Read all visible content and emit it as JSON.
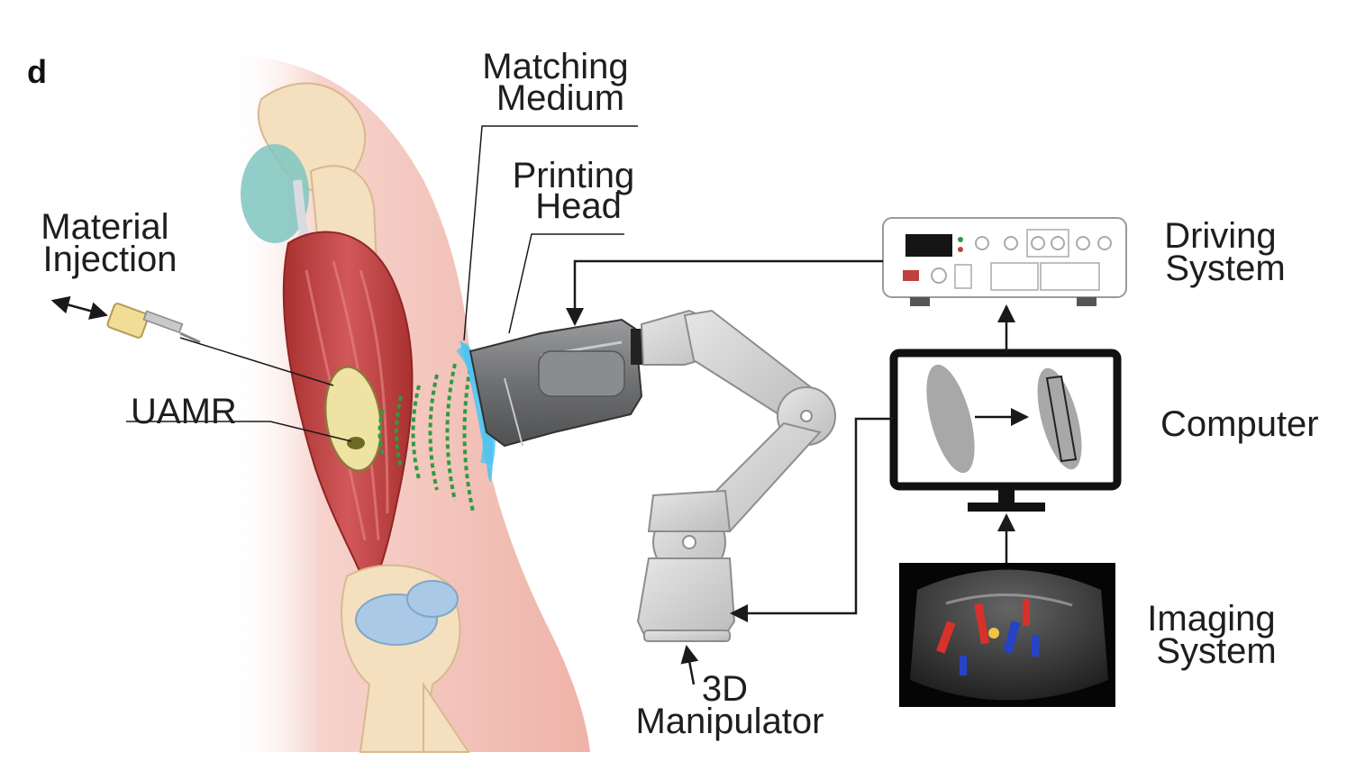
{
  "panel_label": "d",
  "labels": {
    "matching_medium": [
      "Matching",
      "Medium"
    ],
    "printing_head": [
      "Printing",
      "Head"
    ],
    "material_injection": [
      "Material",
      "Injection"
    ],
    "uamr": "UAMR",
    "driving_system": [
      "Driving",
      "System"
    ],
    "computer": "Computer",
    "imaging_system": [
      "Imaging",
      "System"
    ],
    "manipulator": [
      "3D",
      "Manipulator"
    ]
  },
  "colors": {
    "skin": "#f2bfb4",
    "muscle": "#c0403d",
    "bone": "#f4e0bf",
    "cartilage": "#a9c9e6",
    "wave": "#2f9a45",
    "gel": "#4fc3f0",
    "probe": "#7a7b7d",
    "robot": "#d4d4d4",
    "implant": "#efe3a4"
  }
}
